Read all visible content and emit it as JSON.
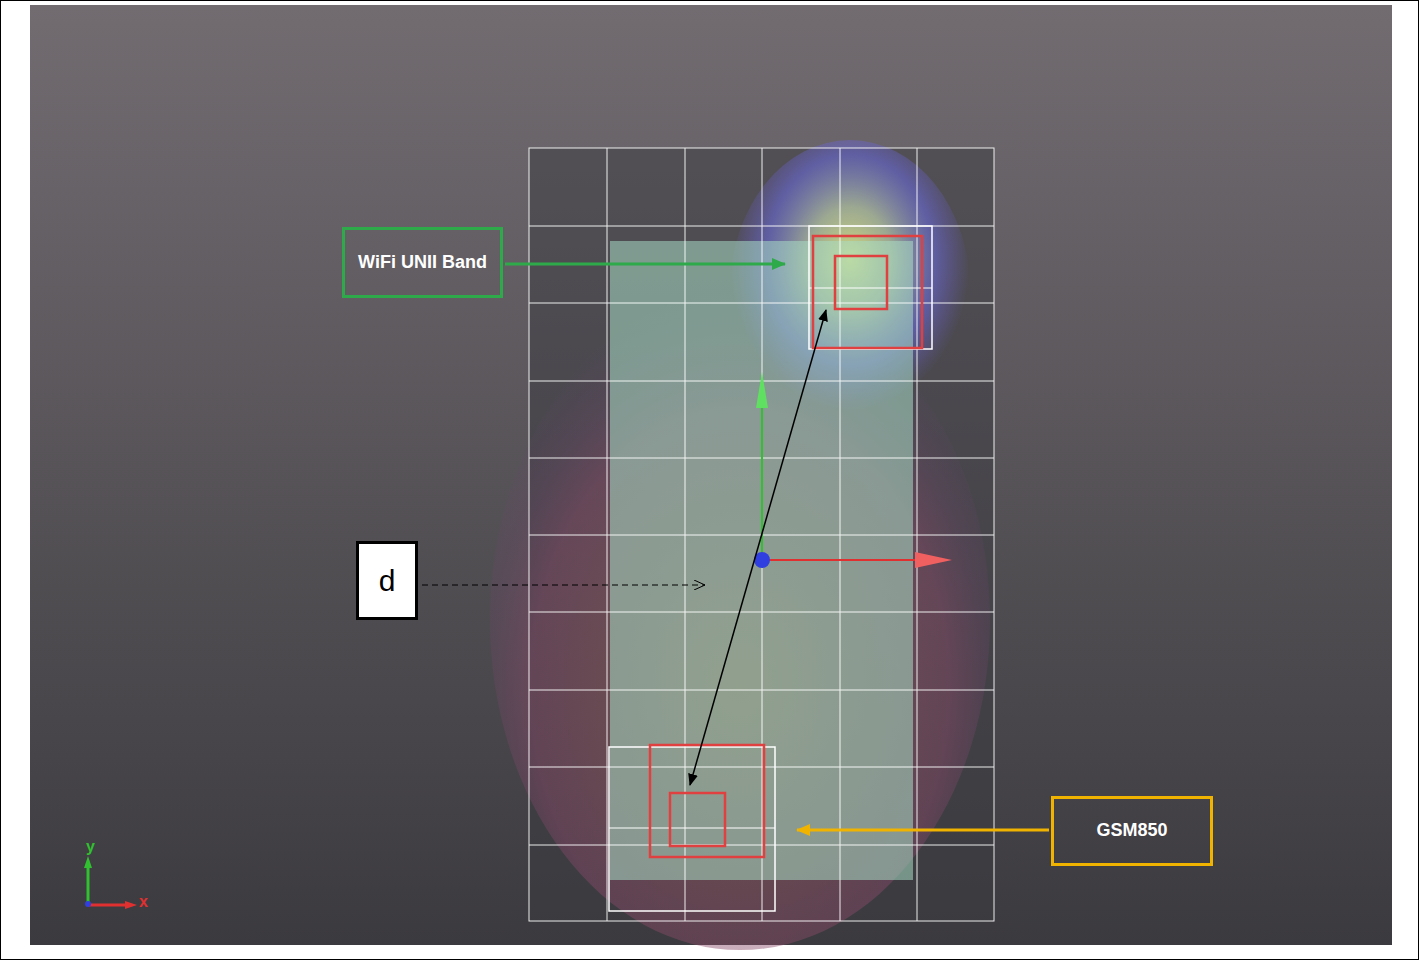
{
  "diagram": {
    "nodes": [
      {
        "text": [
          "WiFi UNII Band"
        ]
      },
      {
        "text": [
          "d"
        ]
      },
      {
        "text": [
          "GSM850"
        ]
      }
    ],
    "labels": [
      "y",
      "x"
    ]
  }
}
